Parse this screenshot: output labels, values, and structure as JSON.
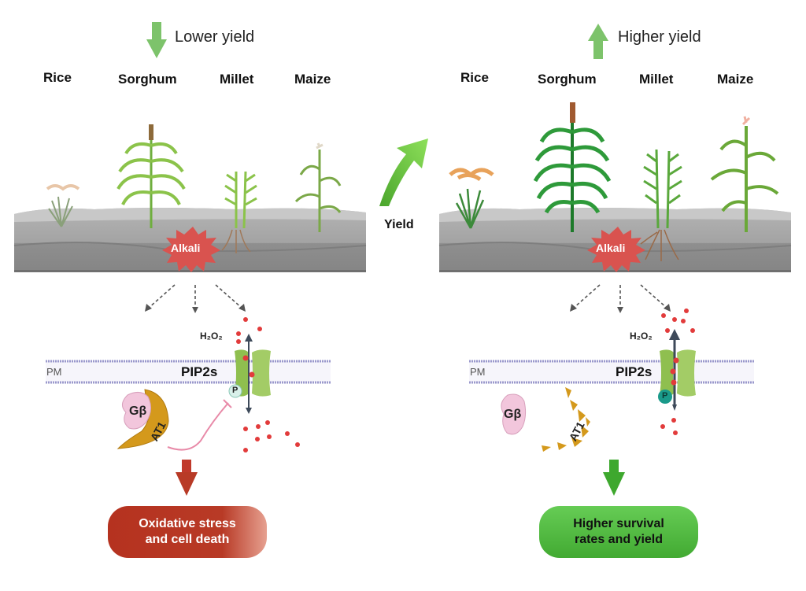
{
  "left_panel": {
    "yield_label": "Lower yield",
    "yield_direction": "down",
    "crops": [
      "Rice",
      "Sorghum",
      "Millet",
      "Maize"
    ],
    "stress_label": "Alkali",
    "membrane_label": "PM",
    "channel_label": "PIP2s",
    "molecule_label": "H₂O₂",
    "phospho_label": "P",
    "g_protein_label": "Gβ",
    "at1_label": "AT1",
    "at1_state": "intact",
    "outcome_label_line1": "Oxidative stress",
    "outcome_label_line2": "and cell death",
    "outcome_color": "#b83a26"
  },
  "center": {
    "transition_label": "Yield",
    "arrow_color": "#6cc644"
  },
  "right_panel": {
    "yield_label": "Higher yield",
    "yield_direction": "up",
    "crops": [
      "Rice",
      "Sorghum",
      "Millet",
      "Maize"
    ],
    "stress_label": "Alkali",
    "membrane_label": "PM",
    "channel_label": "PIP2s",
    "molecule_label": "H₂O₂",
    "phospho_label": "P",
    "g_protein_label": "Gβ",
    "at1_label": "AT1",
    "at1_state": "disrupted",
    "outcome_label_line1": "Higher survival",
    "outcome_label_line2": "rates and yield",
    "outcome_color": "#4cb83a"
  },
  "colors": {
    "yield_arrow": "#7dc36b",
    "soil_top": "#a9a9a9",
    "soil_bottom": "#8a8a8a",
    "alkali_burst": "#d9534f",
    "membrane": "#8e8ec4",
    "channel": "#8fbf4f",
    "ros_dot": "#e23b3b",
    "g_beta": "#f2c6dc",
    "at1": "#d4991c",
    "phospho_left": "#d9f0ea",
    "phospho_right": "#1a9a8a"
  }
}
